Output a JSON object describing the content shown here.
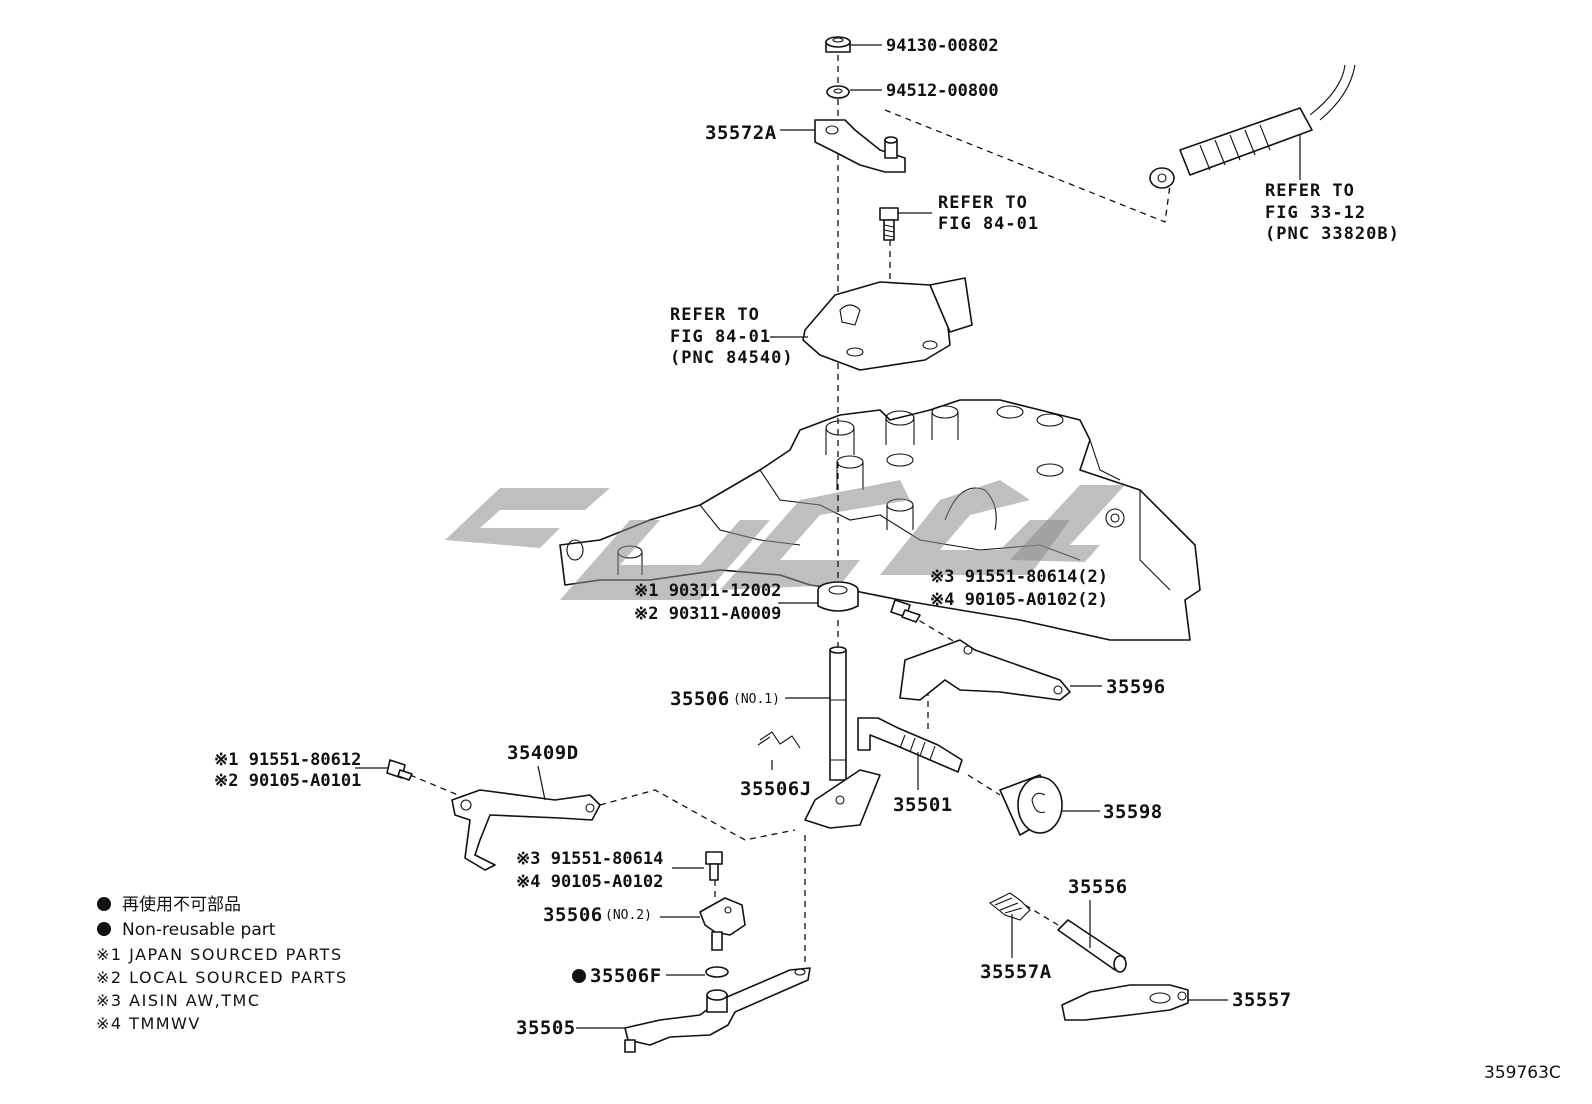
{
  "figure_code": "359763C",
  "parts": {
    "p94130": "94130-00802",
    "p94512": "94512-00800",
    "p35572A": "35572A",
    "refer_to_1_line1": "REFER TO",
    "refer_to_1_line2": "FIG 84-01",
    "refer_to_2_line1": "REFER TO",
    "refer_to_2_line2": "FIG 84-01",
    "refer_to_2_line3": "(PNC 84540)",
    "refer_to_3_line1": "REFER TO",
    "refer_to_3_line2": "FIG 33-12",
    "refer_to_3_line3": "(PNC 33820B)",
    "p90311_1": "※1 90311-12002",
    "p90311_2": "※2 90311-A0009",
    "p91551_3": "※3 91551-80614(2)",
    "p90105_4": "※4 90105-A0102(2)",
    "p35596": "35596",
    "p35506": "35506",
    "p35506_no1": "(NO.1)",
    "p35506J": "35506J",
    "p35501": "35501",
    "p35598": "35598",
    "p35409D": "35409D",
    "p91551_1b": "※1 91551-80612",
    "p90105_2b": "※2 90105-A0101",
    "p91551_3b": "※3 91551-80614",
    "p90105_4b": "※4 90105-A0102",
    "p35506_2": "35506",
    "p35506_no2": "(NO.2)",
    "p35506F": "35506F",
    "p35505": "35505",
    "p35556": "35556",
    "p35557A": "35557A",
    "p35557": "35557"
  },
  "legend": {
    "line1": "再使用不可部品",
    "line2": "Non-reusable part",
    "line3": "※1 JAPAN SOURCED PARTS",
    "line4": "※2 LOCAL SOURCED PARTS",
    "line5": "※3 AISIN AW,TMC",
    "line6": "※4 TMMWV"
  }
}
